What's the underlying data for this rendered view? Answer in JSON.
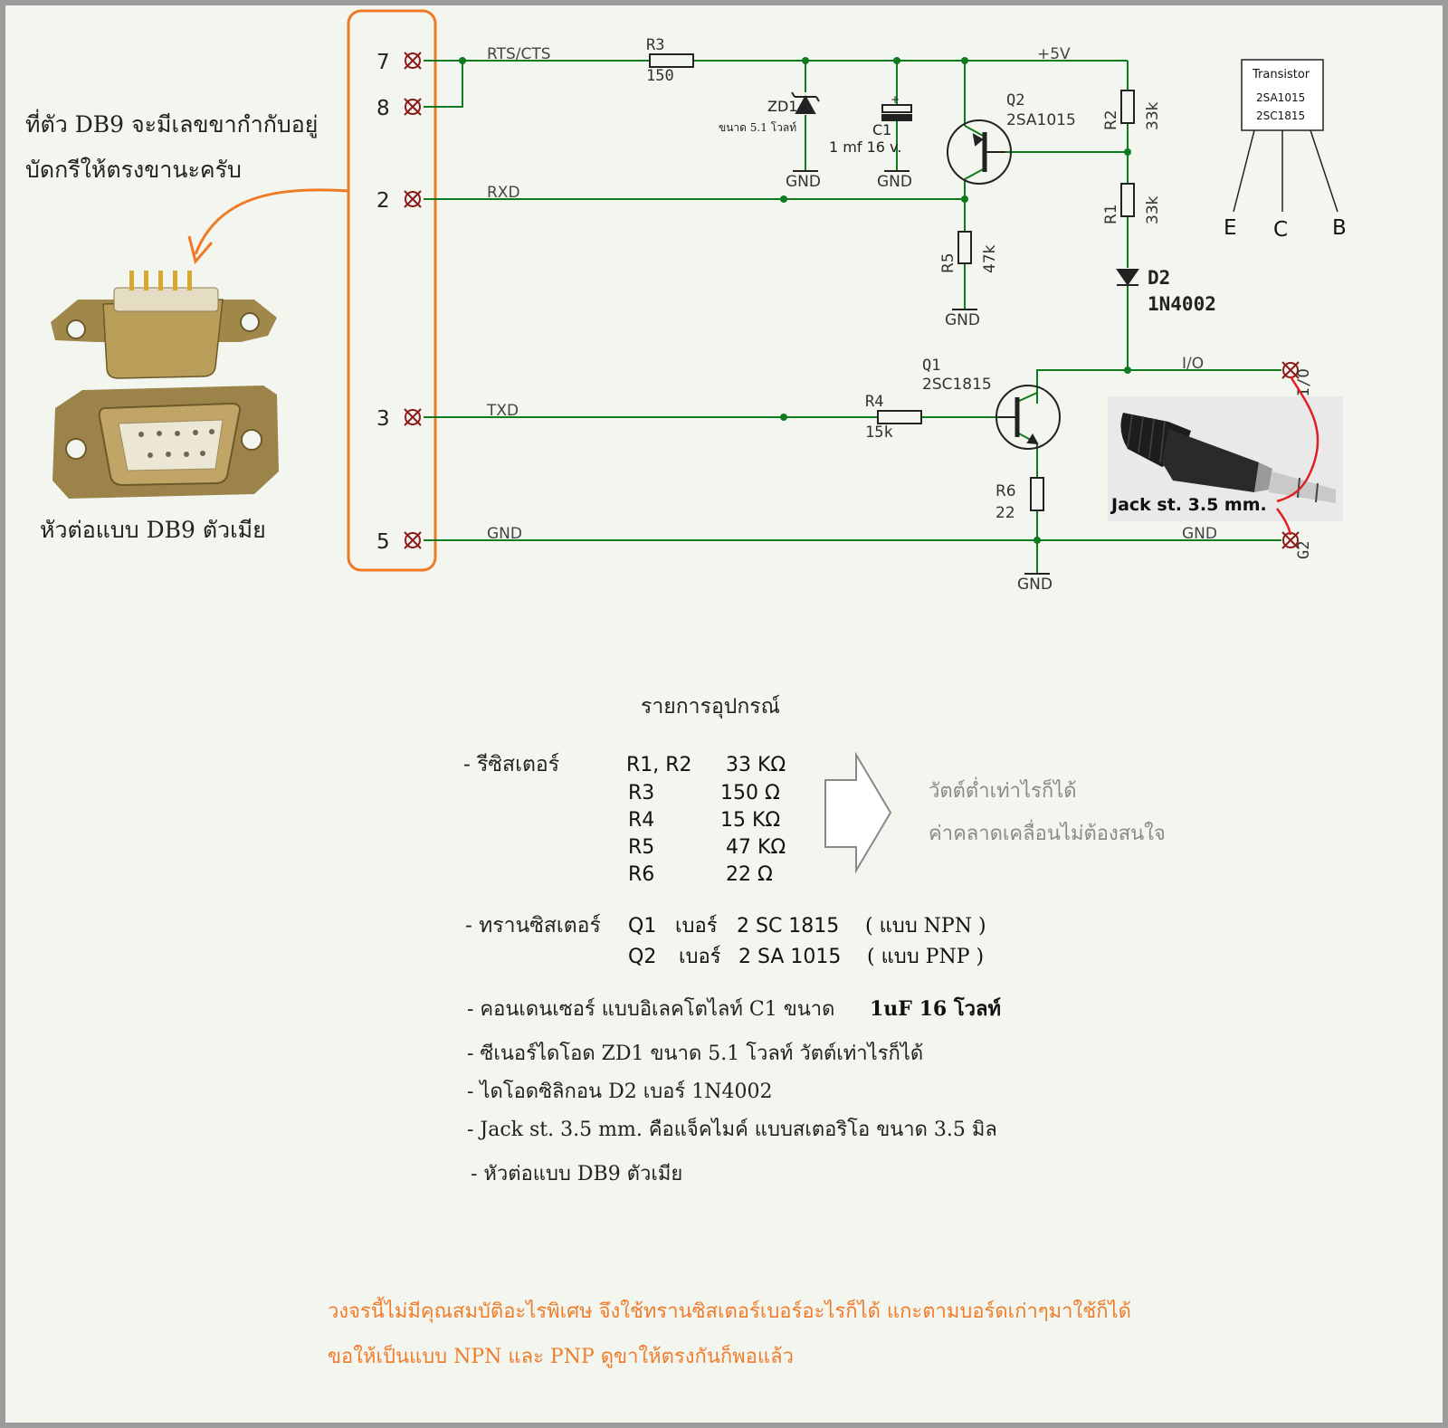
{
  "note_db9": {
    "line1": "ที่ตัว DB9 จะมีเลขขากำกับอยู่",
    "line2": "บัดกรีให้ตรงขานะครับ"
  },
  "connector_caption": "หัวต่อแบบ DB9 ตัวเมีย",
  "schematic": {
    "pins": [
      "7",
      "8",
      "2",
      "3",
      "5"
    ],
    "nets": {
      "rts": "RTS/CTS",
      "rxd": "RXD",
      "txd": "TXD",
      "gnd": "GND",
      "vcc": "+5V",
      "io": "I/O"
    },
    "gnd_label": "GND",
    "r3": {
      "name": "R3",
      "value": "150"
    },
    "zd1": {
      "name": "ZD1",
      "value": "ขนาด 5.1 โวลท์"
    },
    "c1": {
      "name": "C1",
      "value": "1 mf 16 v.",
      "plus": "+"
    },
    "q2": {
      "name": "Q2",
      "part": "2SA1015"
    },
    "r2": {
      "name": "R2",
      "value": "33k"
    },
    "r1": {
      "name": "R1",
      "value": "33k"
    },
    "r5": {
      "name": "R5",
      "value": "47k"
    },
    "d2": {
      "name": "D2",
      "part": "1N4002"
    },
    "q1": {
      "name": "Q1",
      "part": "2SC1815"
    },
    "r4": {
      "name": "R4",
      "value": "15k"
    },
    "r6": {
      "name": "R6",
      "value": "22"
    },
    "jack_io": "I/O",
    "jack_g": "G2",
    "jack_label": "Jack st. 3.5 mm."
  },
  "transistor_box": {
    "title": "Transistor",
    "part1": "2SA1015",
    "part2": "2SC1815",
    "pins": [
      "E",
      "C",
      "B"
    ]
  },
  "parts_list": {
    "title": "รายการอุปกรณ์",
    "resistor_label": "- รีซิสเตอร์",
    "resistors": [
      {
        "ref": "R1, R2",
        "value": "33 KΩ"
      },
      {
        "ref": "R3",
        "value": "150 Ω"
      },
      {
        "ref": "R4",
        "value": "15 KΩ"
      },
      {
        "ref": "R5",
        "value": "47 KΩ"
      },
      {
        "ref": "R6",
        "value": "22 Ω"
      }
    ],
    "resistor_note1": "วัตต์ต่ำเท่าไรก็ได้",
    "resistor_note2": "ค่าคลาดเคลื่อนไม่ต้องสนใจ",
    "transistor_label": "- ทรานซิสเตอร์",
    "transistors": [
      {
        "ref": "Q1",
        "word": "เบอร์",
        "part": "2 SC 1815",
        "type": "( แบบ NPN )"
      },
      {
        "ref": "Q2",
        "word": "เบอร์",
        "part": "2 SA 1015",
        "type": "( แบบ PNP )"
      }
    ],
    "capacitor": {
      "text": "- คอนเดนเซอร์ แบบอิเลคโตไลท์   C1  ขนาด",
      "value": "1uF  16 โวลท์"
    },
    "zener": "- ซีเนอร์ไดโอด  ZD1        ขนาด 5.1 โวลท์    วัตต์เท่าไรก็ได้",
    "diode": "- ไดโอดซิลิกอน   D2  เบอร์        1N4002",
    "jack": "- Jack st. 3.5 mm.  คือแจ็คไมค์ แบบสเตอริโอ  ขนาด 3.5 มิล",
    "connector": "- หัวต่อแบบ DB9  ตัวเมีย"
  },
  "footer": {
    "line1": "วงจรนี้ไม่มีคุณสมบัติอะไรพิเศษ จึงใช้ทรานซิสเตอร์เบอร์อะไรก็ได้ แกะตามบอร์ดเก่าๆมาใช้ก็ได้",
    "line2": "ขอให้เป็นแบบ NPN  และ PNP  ดูขาให้ตรงกันก็พอแล้ว"
  },
  "colors": {
    "wire": "#0f7a1e",
    "orange": "#ee7a25",
    "footer_text": "#ef7d2d",
    "background": "#f2f6ef"
  }
}
